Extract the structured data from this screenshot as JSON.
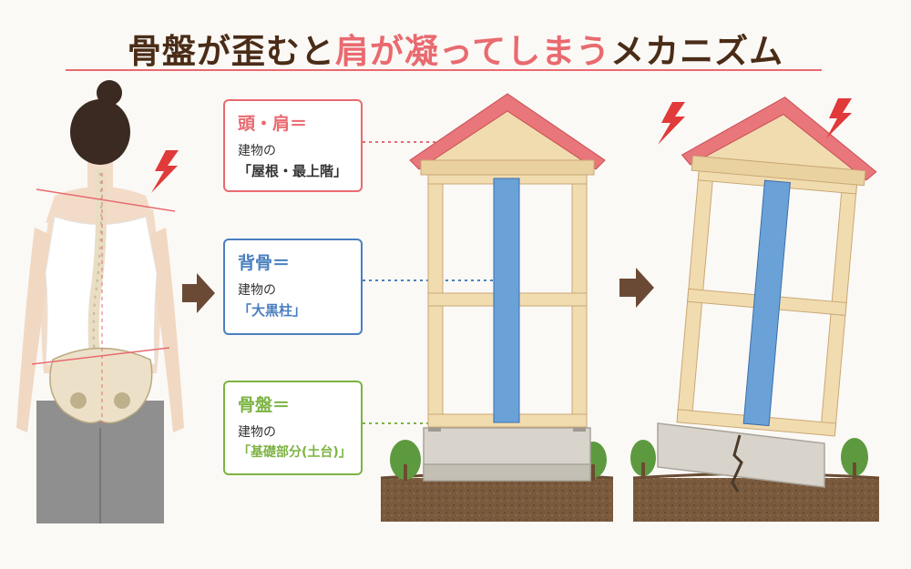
{
  "title": {
    "part1": "骨盤が歪むと",
    "part2": "肩が凝ってしまう",
    "part3": "メカニズム"
  },
  "labels": [
    {
      "head": "頭・肩＝",
      "line1": "建物の",
      "line2": "「屋根・最上階」",
      "color": "#e96a6f"
    },
    {
      "head": "背骨＝",
      "line1": "建物の",
      "line2": "「大黒柱」",
      "color": "#4a7fc0"
    },
    {
      "head": "骨盤＝",
      "line1": "建物の",
      "line2": "「基礎部分(土台)」",
      "color": "#7cb342"
    }
  ],
  "colors": {
    "title_dark": "#4a2c17",
    "accent_red": "#e96a6f",
    "accent_blue": "#4a7fc0",
    "accent_green": "#7cb342",
    "wood": "#f1dcb0",
    "pillar": "#6aa2d8",
    "arrow": "#6b4a35"
  }
}
